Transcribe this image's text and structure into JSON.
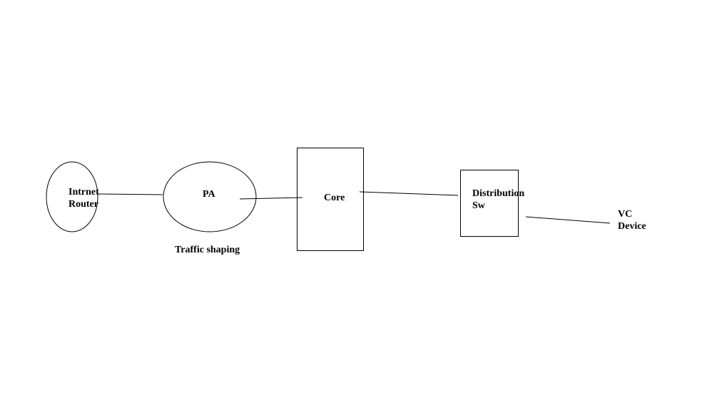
{
  "nodes": {
    "router": {
      "line1": "Intrnet",
      "line2": "Router"
    },
    "pa": {
      "label": "PA",
      "caption": "Traffic shaping"
    },
    "core": {
      "label": "Core"
    },
    "distribution": {
      "line1": "Distribution",
      "line2": "Sw"
    },
    "vc": {
      "line1": "VC",
      "line2": "Device"
    }
  }
}
